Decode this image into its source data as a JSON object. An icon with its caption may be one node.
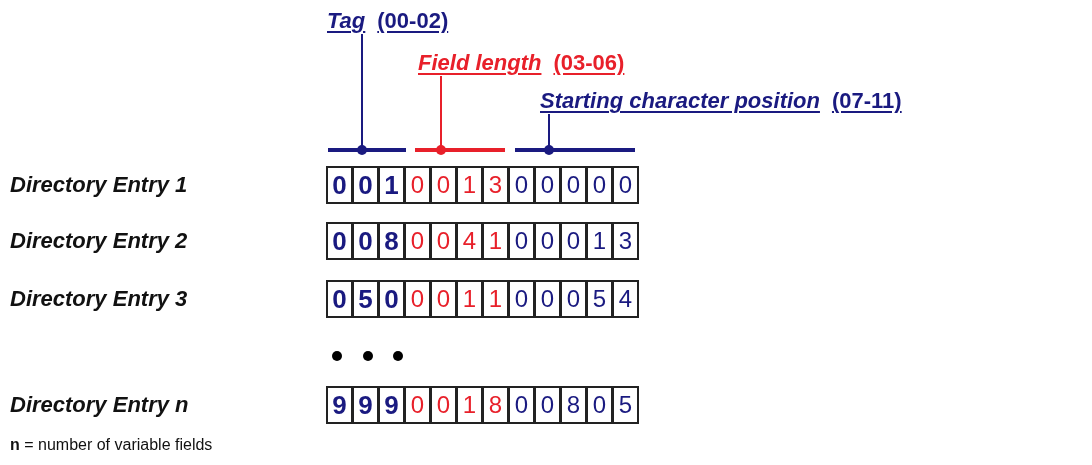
{
  "diagram": {
    "nodes": [
      {
        "text": [
          "Tag",
          "(00-02)"
        ]
      },
      {
        "text": [],
        "shape": "bar"
      },
      {
        "text": [
          "Field length",
          "(03-06)"
        ]
      },
      {
        "text": [],
        "shape": "bar"
      },
      {
        "text": [
          "Starting character position",
          "(07-11)"
        ]
      },
      {
        "text": [],
        "shape": "bar"
      }
    ],
    "edges": [
      {
        "from": 0,
        "to": 1,
        "arrow": "other"
      },
      {
        "from": 2,
        "to": 3,
        "arrow": "other",
        "color": "#e8202a"
      },
      {
        "from": 4,
        "to": 5,
        "arrow": "other"
      }
    ],
    "labels": [
      "Directory Entry 1",
      "0",
      "0",
      "1",
      "0",
      "0",
      "1",
      "3",
      "0",
      "0",
      "0",
      "0",
      "0",
      "Directory Entry 2",
      "0",
      "0",
      "8",
      "0",
      "0",
      "4",
      "1",
      "0",
      "0",
      "0",
      "1",
      "3",
      "Directory Entry 3",
      "0",
      "5",
      "0",
      "0",
      "0",
      "1",
      "1",
      "0",
      "0",
      "0",
      "5",
      "4",
      "Directory Entry n",
      "9",
      "9",
      "9",
      "0",
      "0",
      "1",
      "8",
      "0",
      "0",
      "8",
      "0",
      "5",
      "**n** = number of variable fields"
    ]
  }
}
